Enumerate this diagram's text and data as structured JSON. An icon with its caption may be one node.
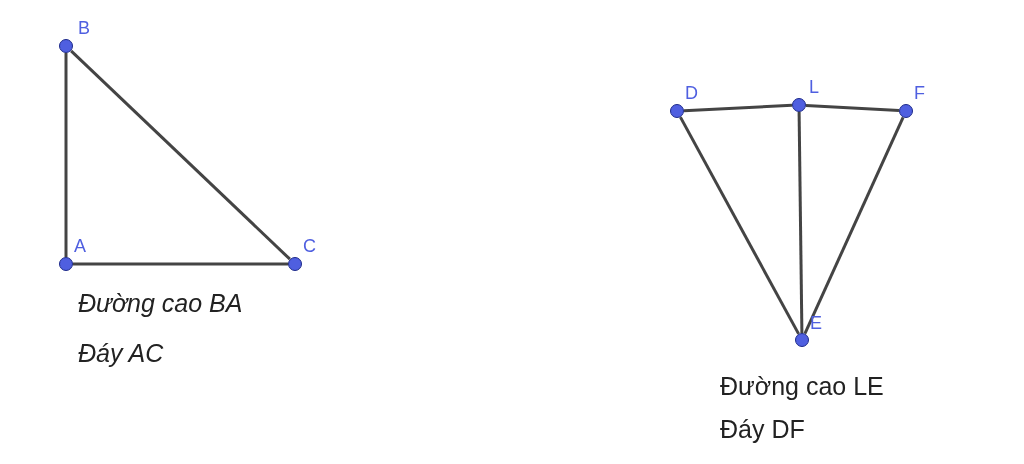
{
  "diagram": {
    "nodes": [
      {
        "text": [],
        "shape": "circle",
        "beside": [
          "B"
        ]
      },
      {
        "text": [],
        "shape": "circle",
        "beside": [
          "A"
        ]
      },
      {
        "text": [],
        "shape": "circle",
        "beside": [
          "C"
        ]
      },
      {
        "text": [],
        "shape": "circle",
        "beside": [
          "D"
        ]
      },
      {
        "text": [],
        "shape": "circle",
        "beside": [
          "L"
        ]
      },
      {
        "text": [],
        "shape": "circle",
        "beside": [
          "F"
        ]
      },
      {
        "text": [],
        "shape": "circle",
        "beside": [
          "E"
        ]
      }
    ],
    "edges": [
      {
        "from": 0,
        "to": 1,
        "arrow": "none"
      },
      {
        "from": 0,
        "to": 2,
        "arrow": "none"
      },
      {
        "from": 1,
        "to": 2,
        "arrow": "none"
      },
      {
        "from": 3,
        "to": 4,
        "arrow": "none"
      },
      {
        "from": 4,
        "to": 5,
        "arrow": "none"
      },
      {
        "from": 3,
        "to": 6,
        "arrow": "none"
      },
      {
        "from": 5,
        "to": 6,
        "arrow": "none"
      },
      {
        "from": 4,
        "to": 6,
        "arrow": "none"
      }
    ],
    "labels": [
      "Đường cao BA",
      "Đáy AC",
      "Đường cao LE",
      "Đáy DF"
    ]
  }
}
